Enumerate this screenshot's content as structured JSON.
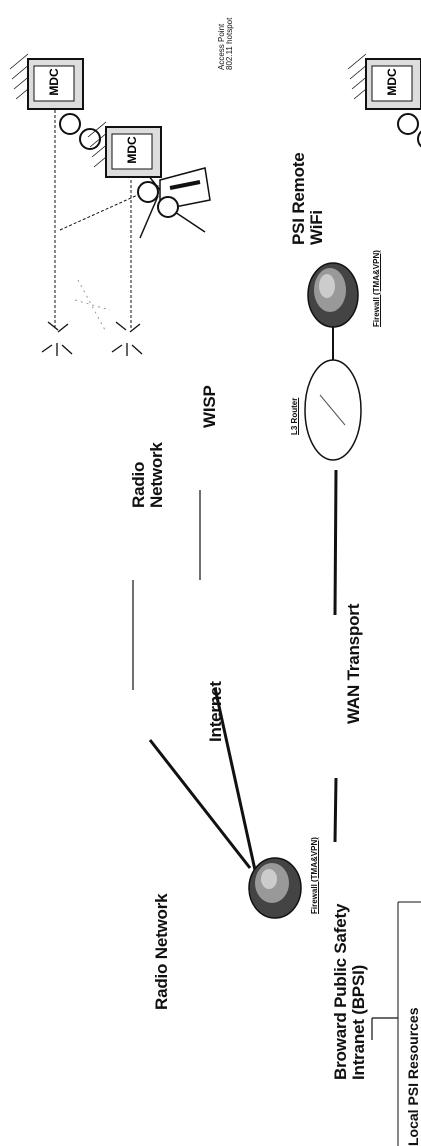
{
  "labels": {
    "radio_network": "Radio Network",
    "internet": "Internet",
    "wan_transport": "WAN Transport",
    "radio_network_right": "Radio\nNetwork",
    "wisp": "WISP",
    "bpsi": "Broward Public Safety\nIntranet (BPSI)",
    "firewall_bpsi": "Firewall (TMA&VPN)",
    "l3_router": "L3 Router",
    "firewall_remote": "Firewall (TMA&VPN)",
    "psi_remote": "PSI Remote\nWiFi",
    "access_point": "Access Point\n802.11 hotspot",
    "local_psi": "Local PSI Resources"
  },
  "device_text": "MDC",
  "colors": {
    "ink": "#111111",
    "background": "#ffffff"
  }
}
